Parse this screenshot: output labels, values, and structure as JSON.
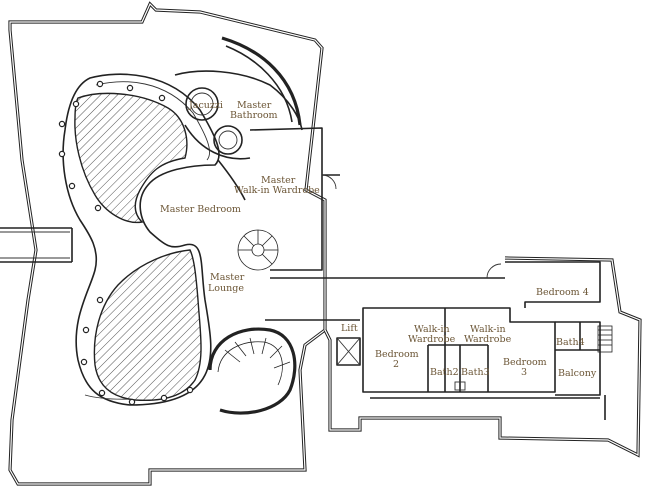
{
  "rooms": {
    "jacuzzi": "Jacuzzi",
    "master_bathroom_l1": "Master",
    "master_bathroom_l2": "Bathroom",
    "master_walkin_l1": "Master",
    "master_walkin_l2": "Walk-in Wardrobe",
    "master_bedroom": "Master Bedroom",
    "master_lounge_l1": "Master",
    "master_lounge_l2": "Lounge",
    "bedroom4": "Bedroom 4",
    "lift": "Lift",
    "walkin_a_l1": "Walk-in",
    "walkin_a_l2": "Wardrobe",
    "walkin_b_l1": "Walk-in",
    "walkin_b_l2": "Wardrobe",
    "bedroom2_l1": "Bedroom",
    "bedroom2_l2": "2",
    "bedroom3_l1": "Bedroom",
    "bedroom3_l2": "3",
    "bath2": "Bath2",
    "bath3": "Bath3",
    "bath4": "Bath4",
    "balcony": "Balcony"
  },
  "colors": {
    "label": "#6b5535",
    "wall": "#222222"
  }
}
